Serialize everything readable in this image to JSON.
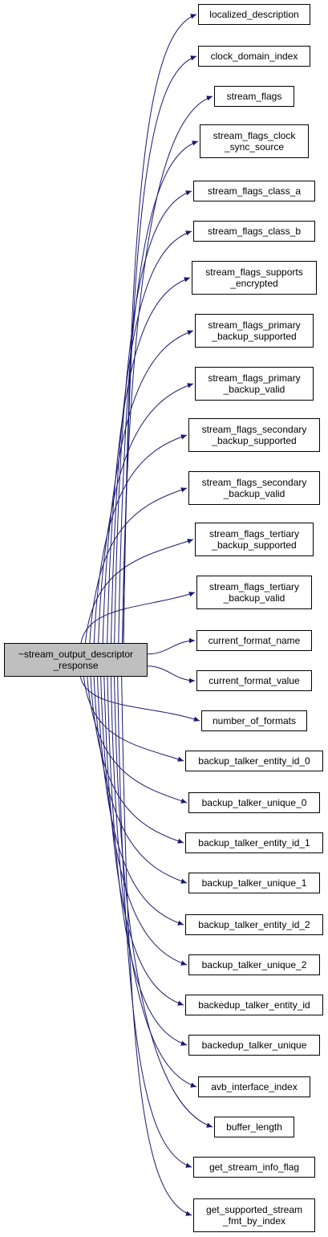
{
  "colors": {
    "edge": "#191970",
    "root_fill": "#bfbfbf",
    "node_fill": "#ffffff",
    "border": "#000000"
  },
  "root": {
    "label": "~stream_output_descriptor\n_response"
  },
  "callees": [
    {
      "label": "localized_description"
    },
    {
      "label": "clock_domain_index"
    },
    {
      "label": "stream_flags"
    },
    {
      "label": "stream_flags_clock\n_sync_source"
    },
    {
      "label": "stream_flags_class_a"
    },
    {
      "label": "stream_flags_class_b"
    },
    {
      "label": "stream_flags_supports\n_encrypted"
    },
    {
      "label": "stream_flags_primary\n_backup_supported"
    },
    {
      "label": "stream_flags_primary\n_backup_valid"
    },
    {
      "label": "stream_flags_secondary\n_backup_supported"
    },
    {
      "label": "stream_flags_secondary\n_backup_valid"
    },
    {
      "label": "stream_flags_tertiary\n_backup_supported"
    },
    {
      "label": "stream_flags_tertiary\n_backup_valid"
    },
    {
      "label": "current_format_name"
    },
    {
      "label": "current_format_value"
    },
    {
      "label": "number_of_formats"
    },
    {
      "label": "backup_talker_entity_id_0"
    },
    {
      "label": "backup_talker_unique_0"
    },
    {
      "label": "backup_talker_entity_id_1"
    },
    {
      "label": "backup_talker_unique_1"
    },
    {
      "label": "backup_talker_entity_id_2"
    },
    {
      "label": "backup_talker_unique_2"
    },
    {
      "label": "backedup_talker_entity_id"
    },
    {
      "label": "backedup_talker_unique"
    },
    {
      "label": "avb_interface_index"
    },
    {
      "label": "buffer_length"
    },
    {
      "label": "get_stream_info_flag"
    },
    {
      "label": "get_supported_stream\n_fmt_by_index"
    }
  ]
}
